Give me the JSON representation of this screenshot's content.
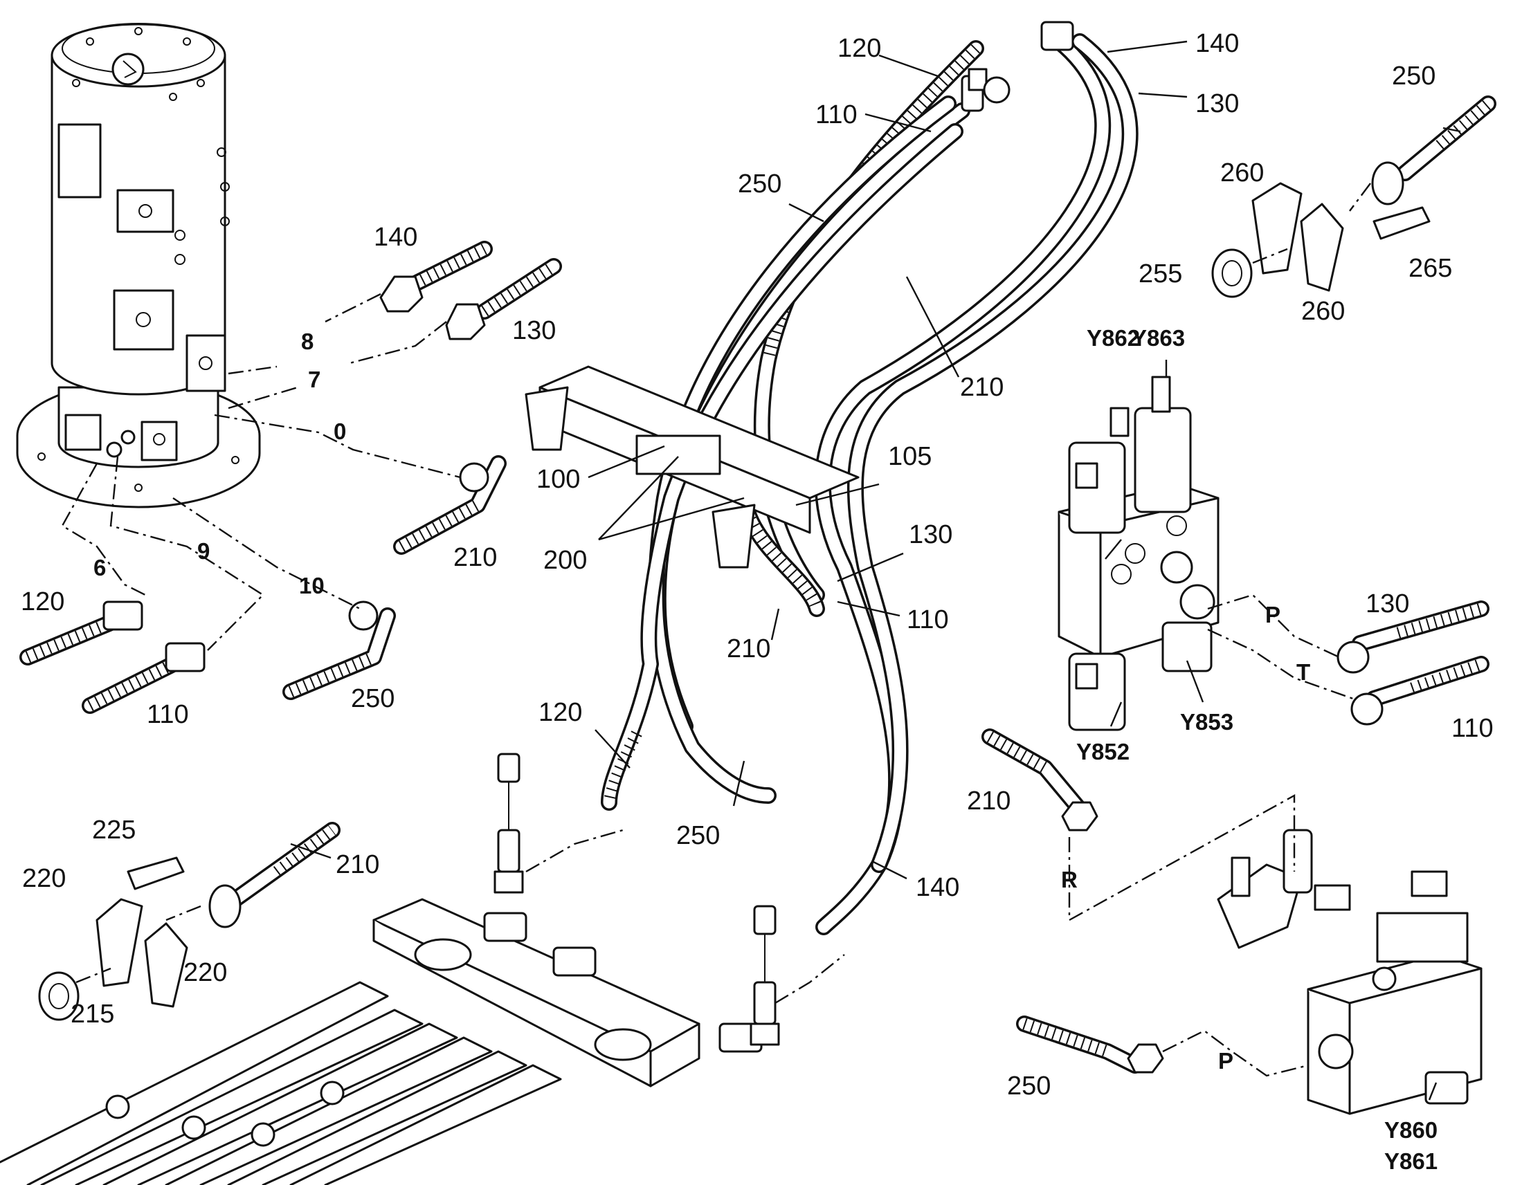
{
  "diagram": {
    "callouts": {
      "top_120": "120",
      "top_110": "110",
      "top_250": "250",
      "top_140": "140",
      "top_130": "130",
      "top_210": "210",
      "right_250": "250",
      "right_260_upper": "260",
      "right_255": "255",
      "right_265": "265",
      "right_260_lower": "260",
      "left_140": "140",
      "left_130": "130",
      "center_100": "100",
      "center_105": "105",
      "center_200": "200",
      "center_210_elbow": "210",
      "center_130": "130",
      "center_110": "110",
      "center_210_lower": "210",
      "left_120": "120",
      "left_110": "110",
      "left_250": "250",
      "lower_120": "120",
      "lower_250": "250",
      "lower_140": "140",
      "flange_225": "225",
      "flange_220_upper": "220",
      "flange_210": "210",
      "flange_220_lower": "220",
      "flange_215": "215",
      "valve_130": "130",
      "valve_110": "110",
      "valve_210": "210",
      "valve_250": "250"
    },
    "port_labels": {
      "port_8": "8",
      "port_7": "7",
      "port_0": "0",
      "port_6": "6",
      "port_9": "9",
      "port_10": "10",
      "port_p_upper": "P",
      "port_t": "T",
      "port_r": "R",
      "port_p_lower": "P"
    },
    "solenoids": {
      "y862": "Y862",
      "y863": "Y863",
      "y852": "Y852",
      "y853": "Y853",
      "y860": "Y860",
      "y861": "Y861"
    }
  }
}
